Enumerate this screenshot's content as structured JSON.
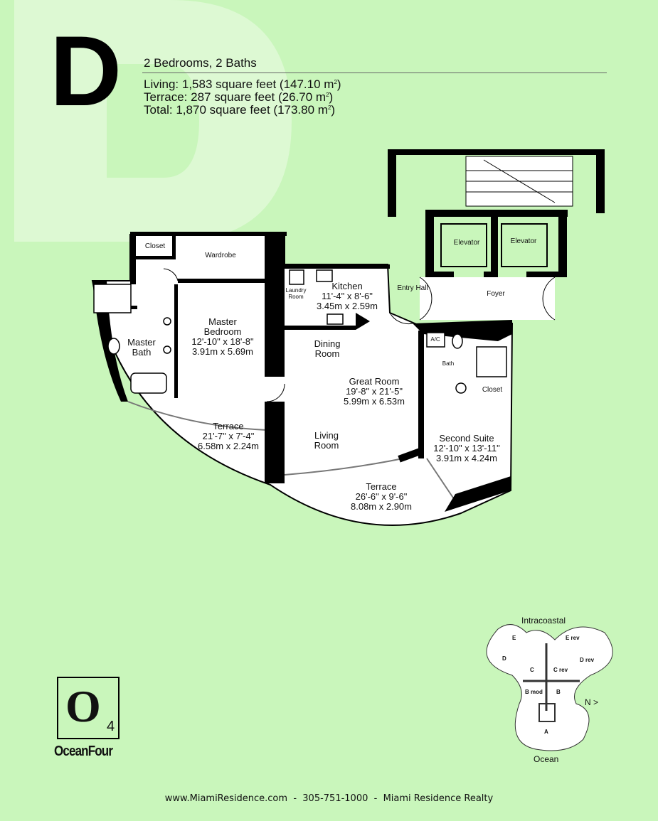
{
  "unit": {
    "letter": "D",
    "bedrooms_baths": "2 Bedrooms, 2 Baths"
  },
  "areas": [
    {
      "label": "Living: 1,583 square feet (147.10 m",
      "sup": "2",
      "end": ")"
    },
    {
      "label": "Terrace: 287 square feet (26.70 m",
      "sup": "2",
      "end": ")"
    },
    {
      "label": "Total: 1,870 square feet (173.80 m",
      "sup": "2",
      "end": ")"
    }
  ],
  "rooms": {
    "closet1": "Closet",
    "wardrobe": "Wardrobe",
    "master_bedroom": [
      "Master",
      "Bedroom",
      "12'-10\" x 18'-8\"",
      "3.91m x 5.69m"
    ],
    "master_bath": [
      "Master",
      "Bath"
    ],
    "laundry": [
      "Laundry",
      "Room"
    ],
    "kitchen": [
      "Kitchen",
      "11'-4\" x 8'-6\"",
      "3.45m x 2.59m"
    ],
    "entry_hall": "Entry Hall",
    "elevator1": "Elevator",
    "elevator2": "Elevator",
    "foyer": "Foyer",
    "dining": [
      "Dining",
      "Room"
    ],
    "ac": "A/C",
    "bath": "Bath",
    "closet2": "Closet",
    "great_room": [
      "Great Room",
      "19'-8\" x 21'-5\"",
      "5.99m x 6.53m"
    ],
    "living": [
      "Living",
      "Room"
    ],
    "terrace1": [
      "Terrace",
      "21'-7\" x 7'-4\"",
      "6.58m x 2.24m"
    ],
    "terrace2": [
      "Terrace",
      "26'-6\" x 9'-6\"",
      "8.08m x 2.90m"
    ],
    "second_suite": [
      "Second Suite",
      "12'-10\" x 13'-11\"",
      "3.91m x 4.24m"
    ]
  },
  "key_plan": {
    "top": "Intracoastal",
    "bottom": "Ocean",
    "north": "N",
    "units": [
      "E",
      "E rev",
      "D",
      "D rev",
      "C",
      "C rev",
      "B mod",
      "B",
      "A"
    ]
  },
  "logo": {
    "letter": "O",
    "sub": "4",
    "name": "OceanFour"
  },
  "footer": "www.MiamiResidence.com  -  305-751-1000  -  Miami Residence Realty",
  "colors": {
    "background": "#c9f6bb",
    "watermark": "#ddf9d3",
    "walls": "#000000"
  }
}
